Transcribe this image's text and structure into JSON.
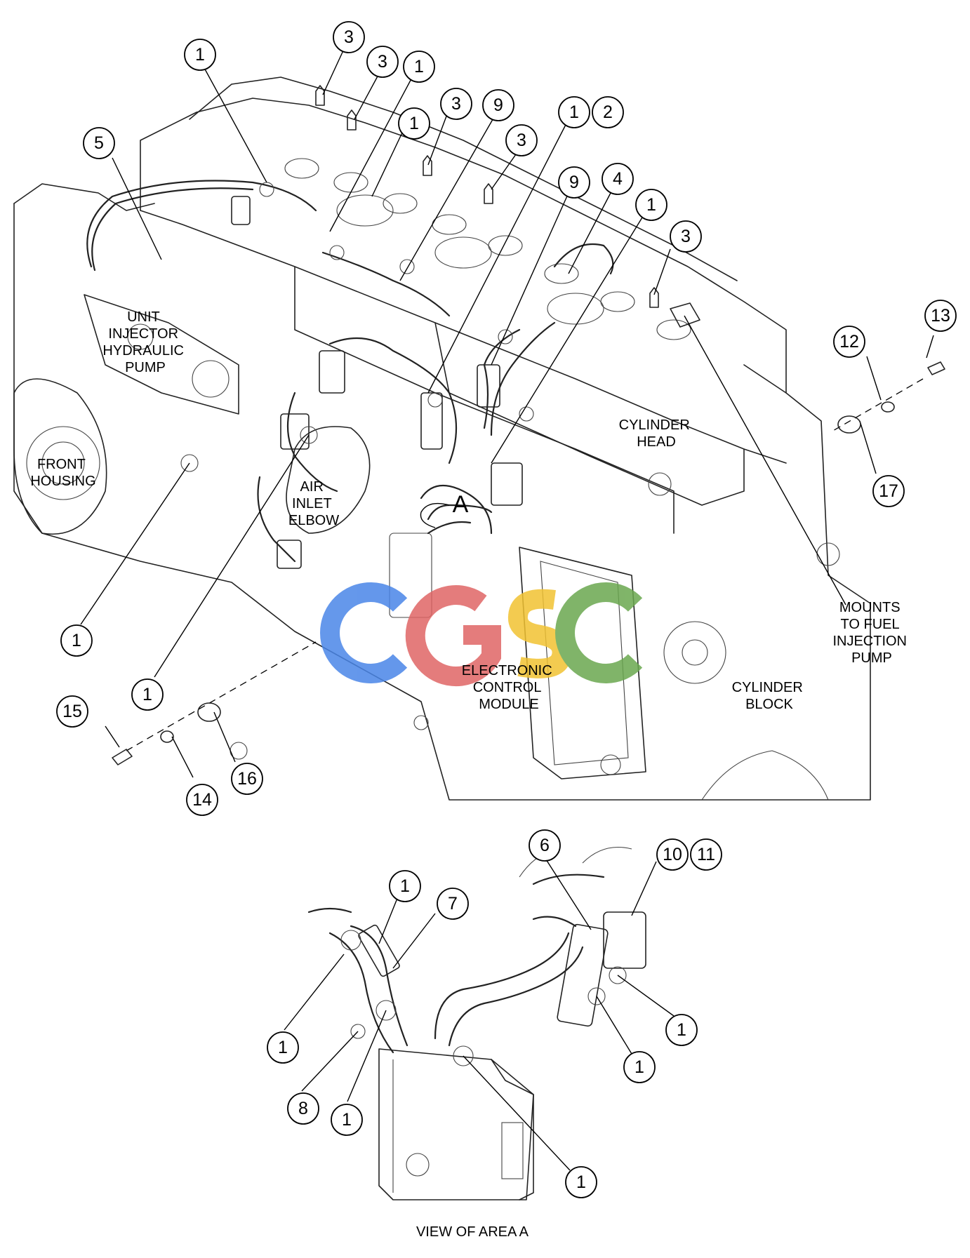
{
  "callouts": [
    "1",
    "2",
    "3",
    "4",
    "5",
    "6",
    "7",
    "8",
    "9",
    "10",
    "11",
    "12",
    "13",
    "14",
    "15",
    "16",
    "17"
  ],
  "area_marker": "A",
  "labels": {
    "unit_injector_pump": [
      "UNIT",
      "INJECTOR",
      "HYDRAULIC",
      "PUMP"
    ],
    "front_housing": [
      "FRONT",
      "HOUSING"
    ],
    "air_inlet_elbow": [
      "AIR",
      "INLET",
      "ELBOW"
    ],
    "cylinder_head": [
      "CYLINDER",
      "HEAD"
    ],
    "electronic_control_module": [
      "ELECTRONIC",
      "CONTROL",
      "MODULE"
    ],
    "cylinder_block": [
      "CYLINDER",
      "BLOCK"
    ],
    "mounts_to_fuel_injection_pump": [
      "MOUNTS",
      "TO FUEL",
      "INJECTION",
      "PUMP"
    ],
    "view_caption": "VIEW OF AREA  A"
  },
  "watermark": {
    "text": "CGSC",
    "colors": [
      "#4a86e8",
      "#e06666",
      "#f1c232",
      "#6aa84f"
    ]
  }
}
